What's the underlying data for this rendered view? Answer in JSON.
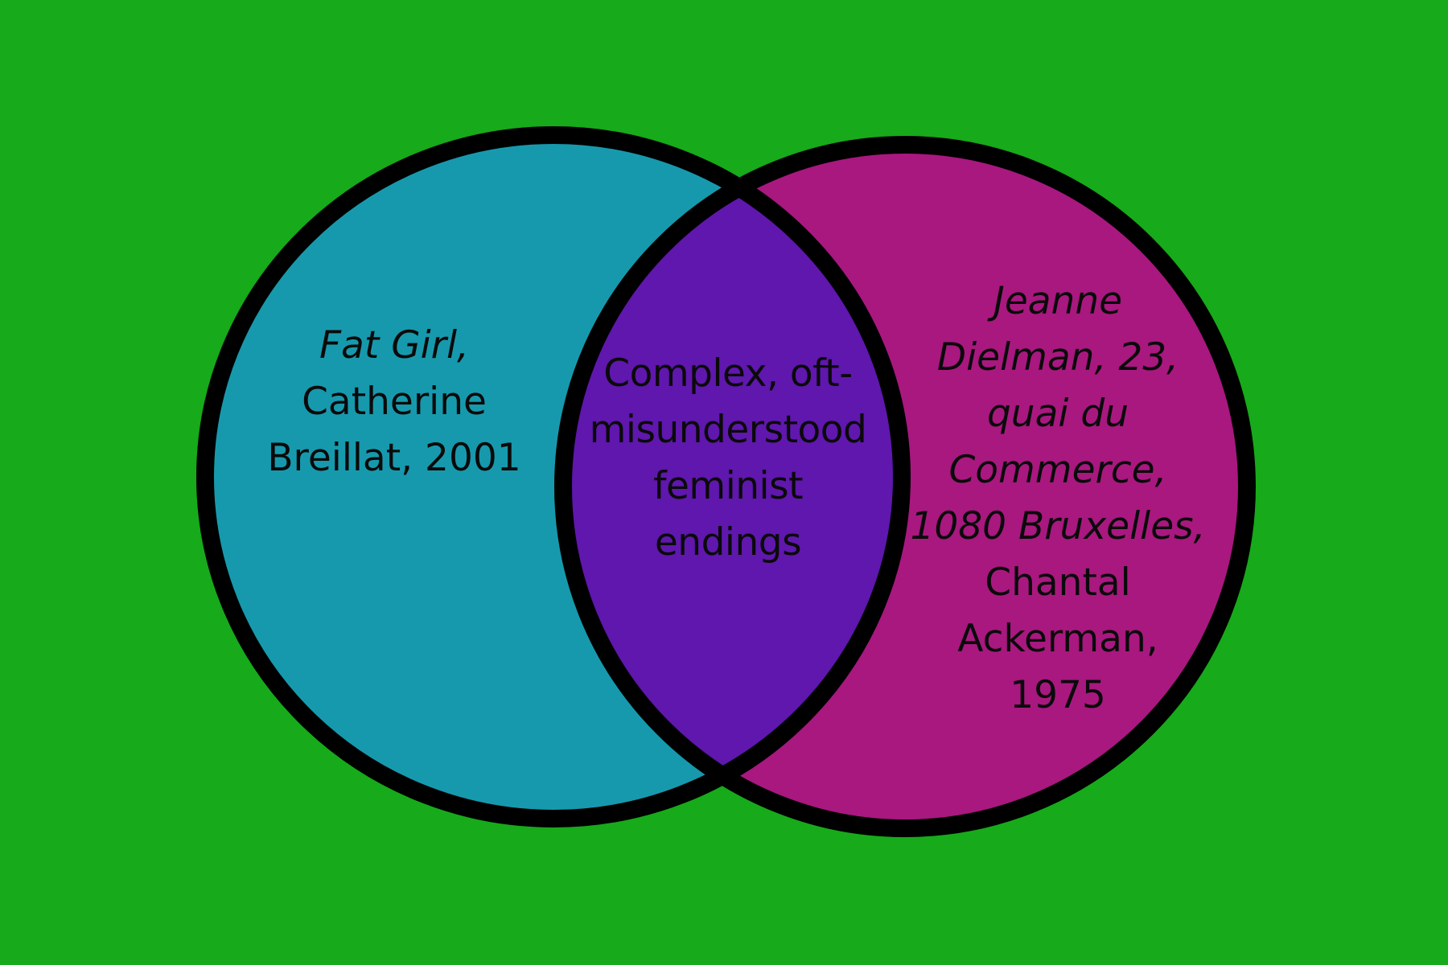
{
  "diagram": {
    "type": "venn",
    "colors": {
      "background": "#17aa1a",
      "left_fill": "#1799ad",
      "right_fill": "#a8187f",
      "overlap_fill": "#5f17ad",
      "outline": "#000000",
      "text": "#0a0a0a"
    },
    "left": {
      "title_line": "Fat Girl,",
      "lines": [
        "Catherine",
        "Breillat, 2001"
      ]
    },
    "overlap": {
      "lines": [
        "Complex, oft-",
        "misunderstood",
        "feminist",
        "endings"
      ]
    },
    "right": {
      "title_lines": [
        "Jeanne",
        "Dielman, 23,",
        "quai du",
        "Commerce,",
        "1080 Bruxelles,"
      ],
      "lines": [
        "Chantal",
        "Ackerman,",
        "1975"
      ]
    }
  }
}
